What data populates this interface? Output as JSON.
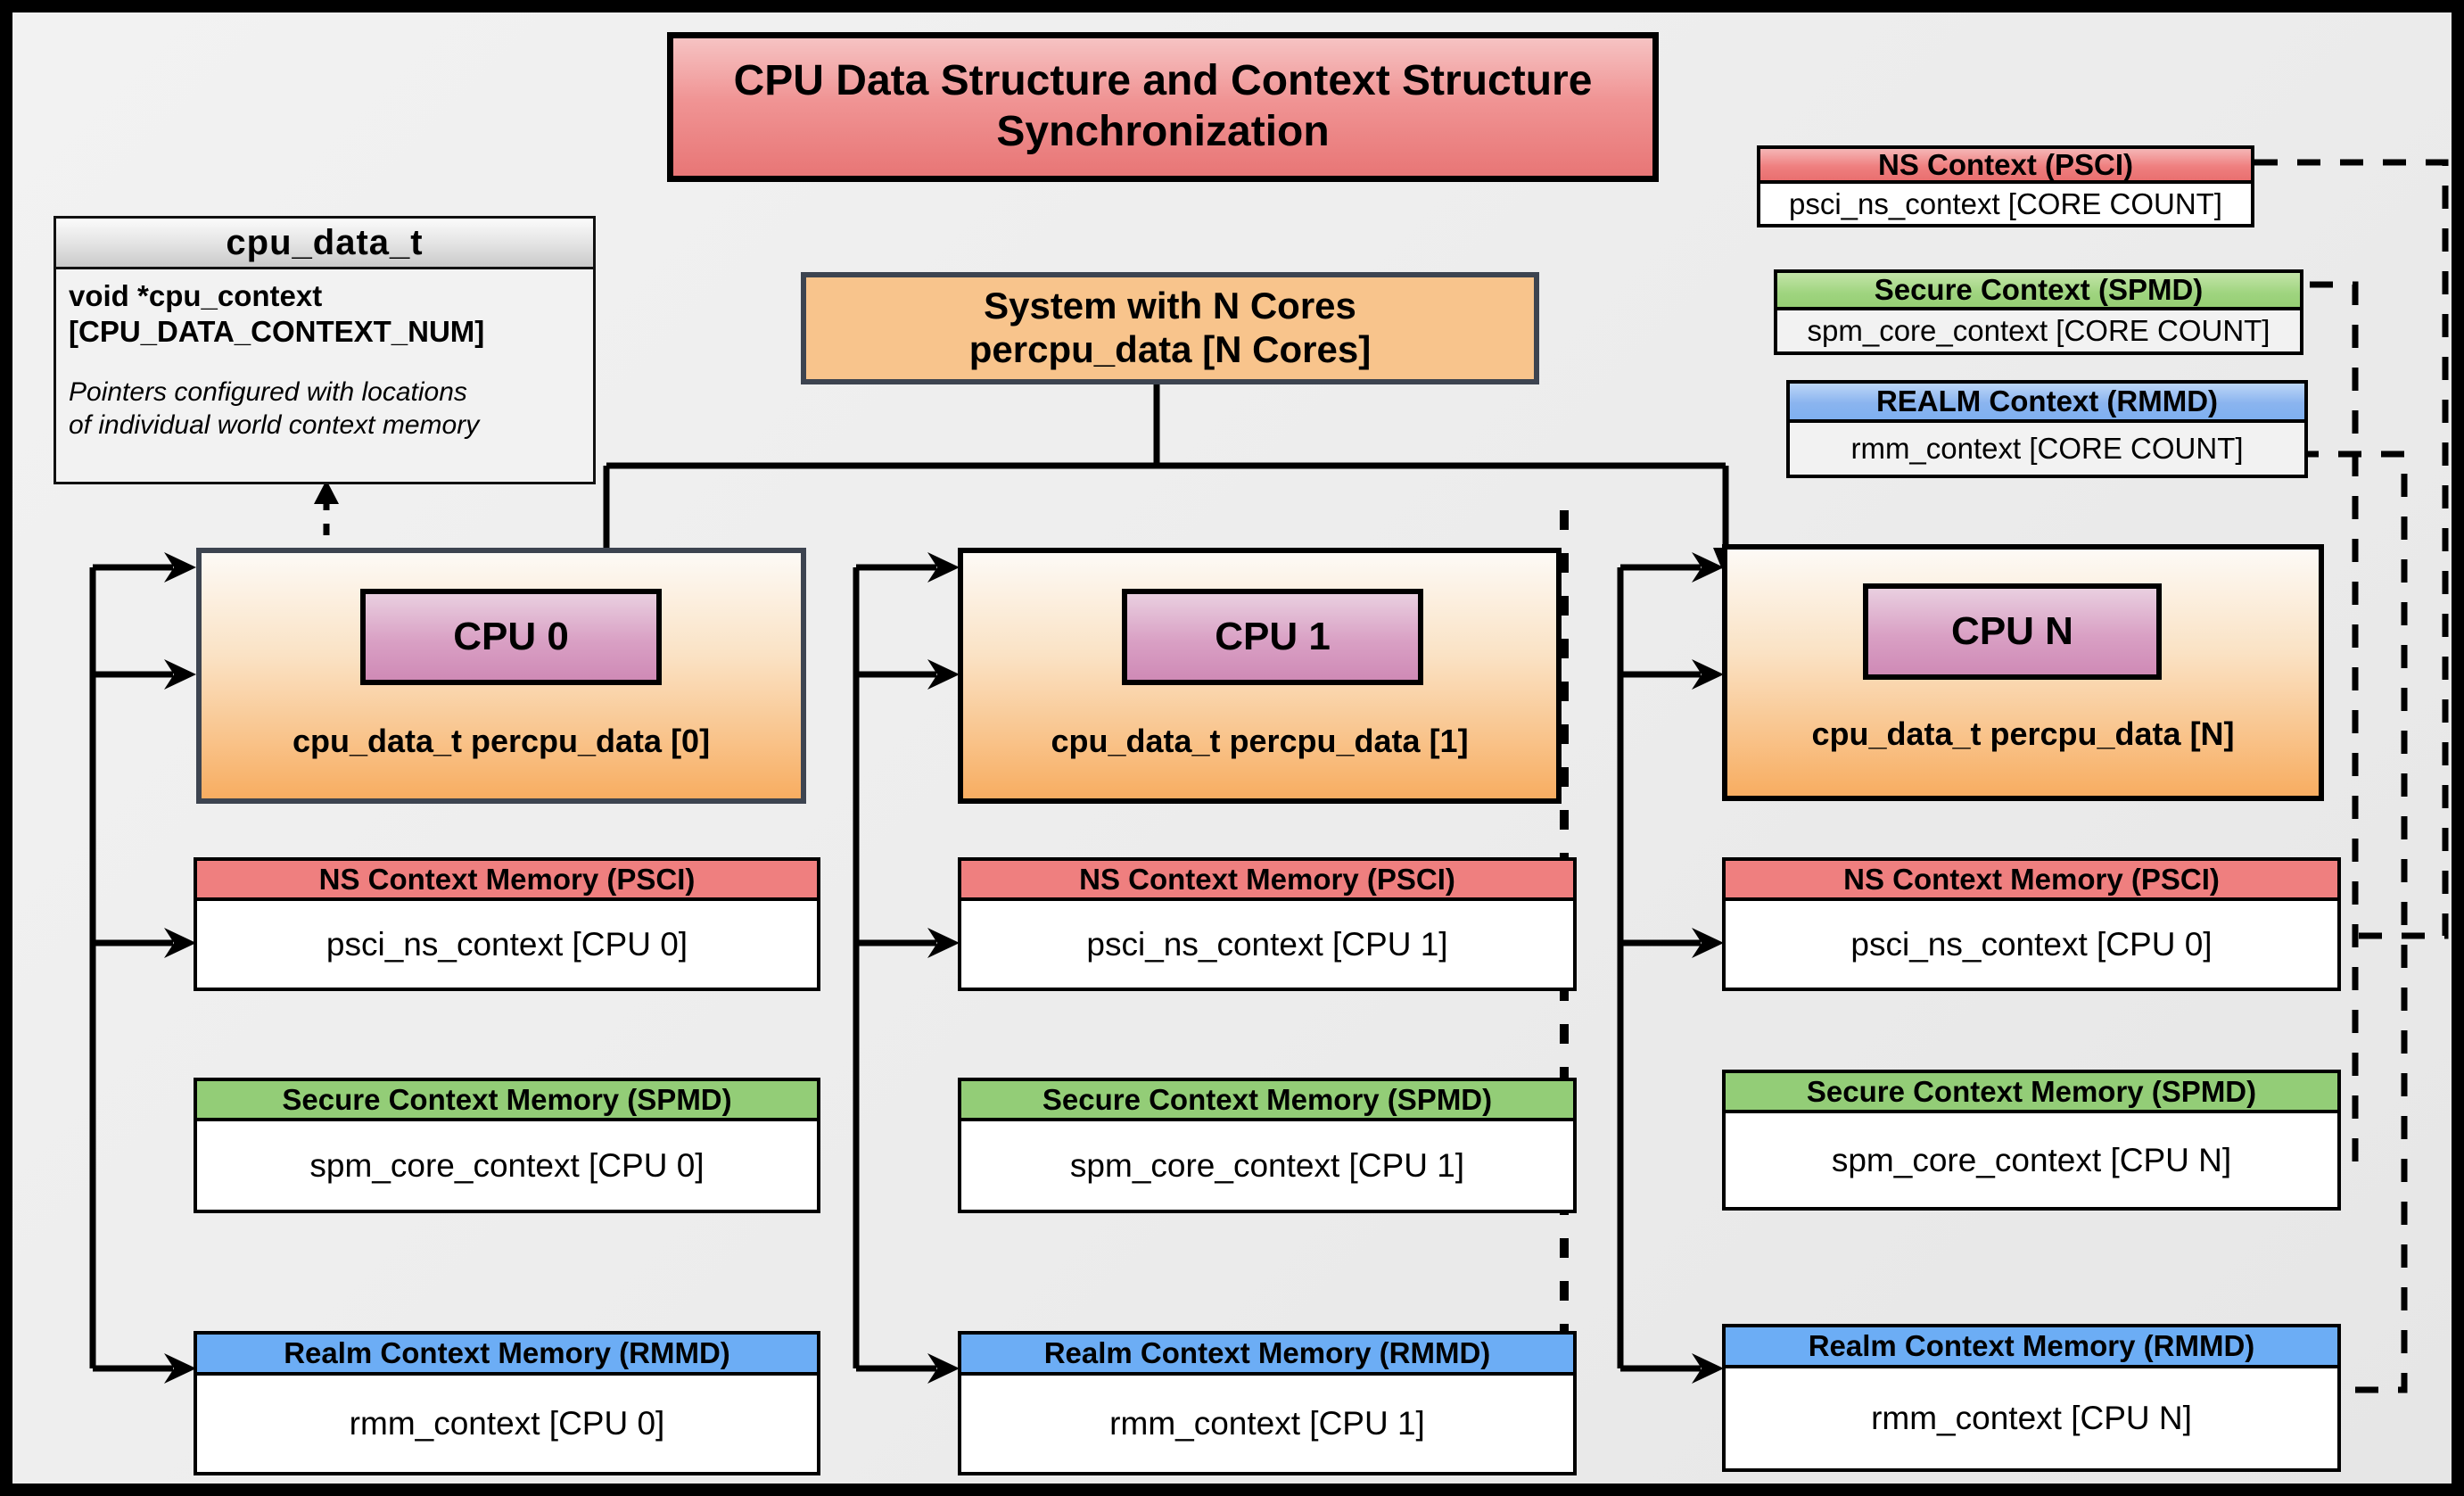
{
  "title": {
    "line1": "CPU Data Structure and Context Structure",
    "line2": "Synchronization"
  },
  "cpu_data_t": {
    "type_name": "cpu_data_t",
    "field": "void  *cpu_context",
    "field_index": "[CPU_DATA_CONTEXT_NUM]",
    "note_line1": "Pointers configured with locations",
    "note_line2": "of individual world context memory"
  },
  "system": {
    "line1": "System with N Cores",
    "line2": "percpu_data [N Cores]"
  },
  "global_contexts": [
    {
      "header": "NS Context  (PSCI)",
      "body": "psci_ns_context [CORE COUNT]",
      "accent": "#ef7f7f",
      "kind": "ns"
    },
    {
      "header": "Secure Context (SPMD)",
      "body": "spm_core_context [CORE COUNT]",
      "accent": "#93cd77",
      "kind": "secure"
    },
    {
      "header": "REALM Context (RMMD)",
      "body": "rmm_context [CORE COUNT]",
      "accent": "#6cadf5",
      "kind": "realm"
    }
  ],
  "cpus": [
    {
      "chip_label": "CPU 0",
      "caption": "cpu_data_t percpu_data [0]",
      "contexts": [
        {
          "header": "NS Context Memory (PSCI)",
          "body": "psci_ns_context [CPU 0]",
          "accent": "#ef7f7f",
          "kind": "ns"
        },
        {
          "header": "Secure Context Memory (SPMD)",
          "body": "spm_core_context [CPU 0]",
          "accent": "#93cd77",
          "kind": "secure"
        },
        {
          "header": "Realm Context Memory (RMMD)",
          "body": "rmm_context [CPU 0]",
          "accent": "#6cadf5",
          "kind": "realm"
        }
      ]
    },
    {
      "chip_label": "CPU 1",
      "caption": "cpu_data_t percpu_data [1]",
      "contexts": [
        {
          "header": "NS Context Memory (PSCI)",
          "body": "psci_ns_context [CPU 1]",
          "accent": "#ef7f7f",
          "kind": "ns"
        },
        {
          "header": "Secure Context Memory (SPMD)",
          "body": "spm_core_context [CPU 1]",
          "accent": "#93cd77",
          "kind": "secure"
        },
        {
          "header": "Realm Context Memory (RMMD)",
          "body": "rmm_context [CPU 1]",
          "accent": "#6cadf5",
          "kind": "realm"
        }
      ]
    },
    {
      "chip_label": "CPU N",
      "caption": "cpu_data_t percpu_data [N]",
      "contexts": [
        {
          "header": "NS Context Memory (PSCI)",
          "body": "psci_ns_context [CPU 0]",
          "accent": "#ef7f7f",
          "kind": "ns"
        },
        {
          "header": "Secure Context Memory (SPMD)",
          "body": "spm_core_context [CPU N]",
          "accent": "#93cd77",
          "kind": "secure"
        },
        {
          "header": "Realm Context Memory (RMMD)",
          "body": "rmm_context [CPU N]",
          "accent": "#6cadf5",
          "kind": "realm"
        }
      ]
    }
  ],
  "colors": {
    "background": "#ececec",
    "frame": "#000000",
    "title_fill": "#ef8d8d",
    "system_fill": "#f8c48c",
    "cpu_fill": "#f8ad61",
    "chip_fill": "#d49bc0",
    "ns_accent": "#ef7f7f",
    "secure_accent": "#93cd77",
    "realm_accent": "#6cadf5",
    "stroke": "#000000"
  }
}
